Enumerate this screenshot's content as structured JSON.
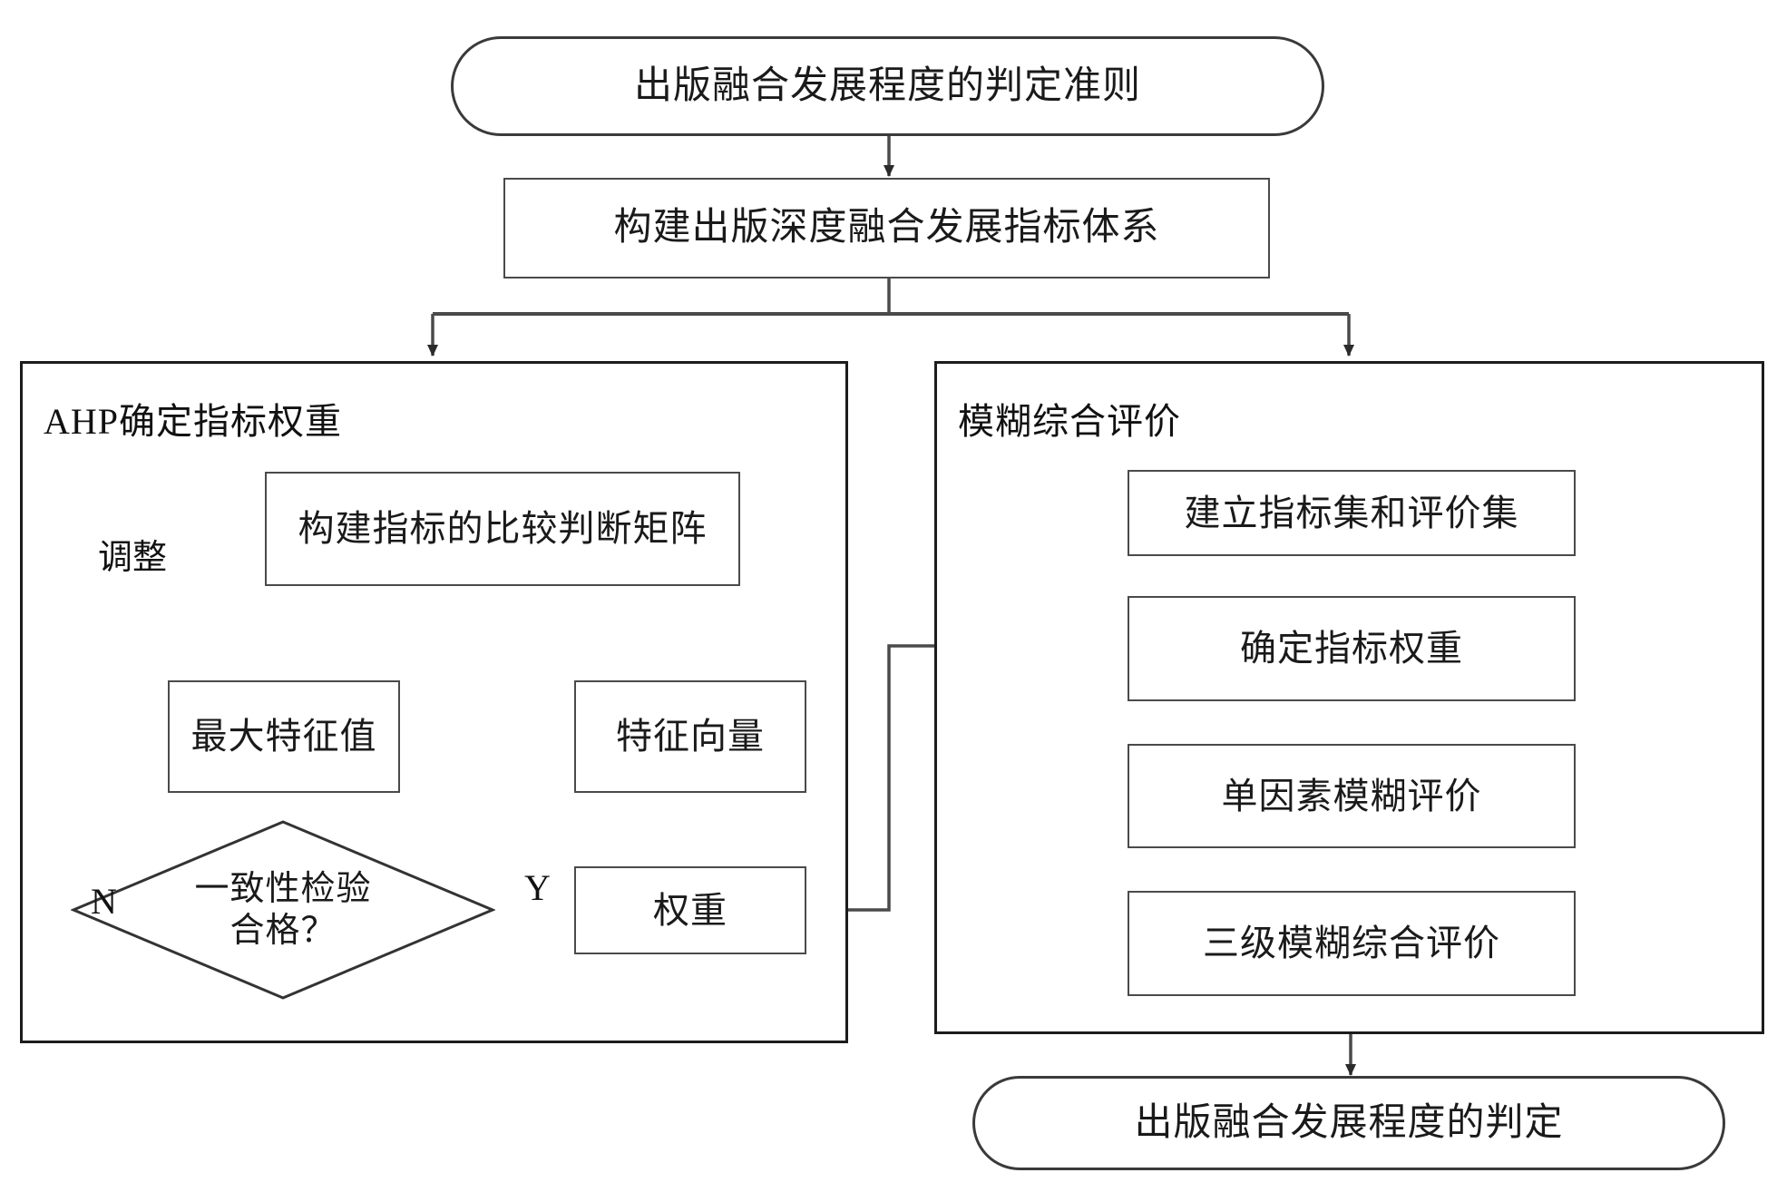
{
  "diagram": {
    "title_node": {
      "label": "出版融合发展程度的判定准则"
    },
    "indicator_system_node": {
      "label": "构建出版深度融合发展指标体系"
    },
    "left_panel": {
      "title": "AHP确定指标权重",
      "nodes": {
        "matrix": "构建指标的比较判断矩阵",
        "max_eigenvalue": "最大特征值",
        "eigenvector": "特征向量",
        "consistency_check": "一致性检验\n合格？",
        "consistency_check_line1": "一致性检验",
        "consistency_check_line2": "合格？",
        "weights": "权重"
      },
      "edge_labels": {
        "adjust": "调整",
        "no": "N",
        "yes": "Y"
      }
    },
    "right_panel": {
      "title": "模糊综合评价",
      "nodes": {
        "sets": "建立指标集和评价集",
        "determine_weights": "确定指标权重",
        "single_factor": "单因素模糊评价",
        "three_level": "三级模糊综合评价"
      }
    },
    "result_node": {
      "label": "出版融合发展程度的判定"
    },
    "colors": {
      "line": "#4a4a4a",
      "panel_border": "#1c1c1c",
      "text": "#1a1a1a",
      "background": "#ffffff"
    }
  }
}
